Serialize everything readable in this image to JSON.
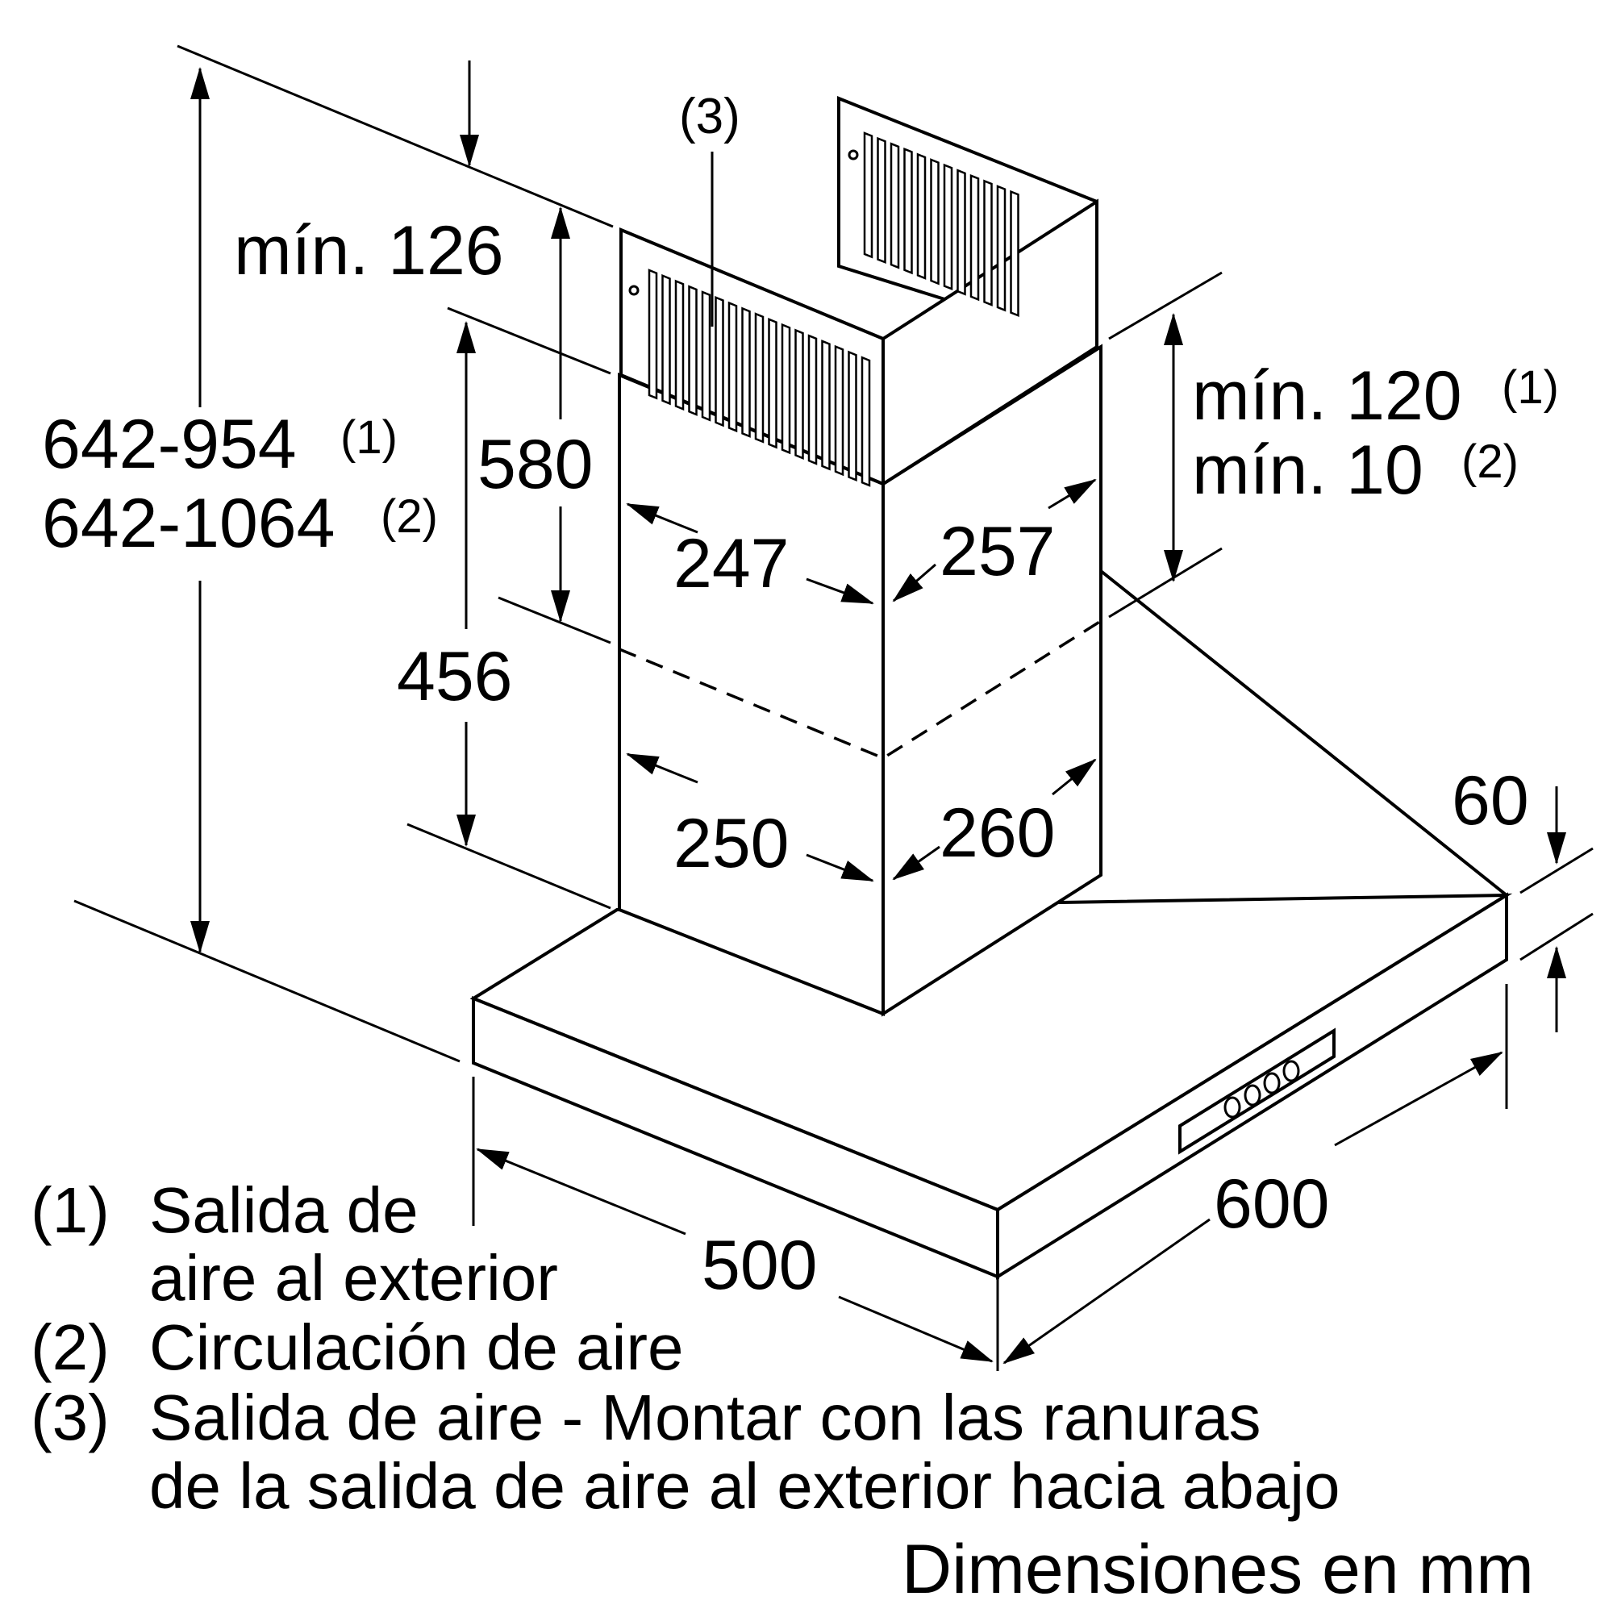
{
  "dimensions": {
    "total_height_line1": "642-954",
    "total_height_note1": "(1)",
    "total_height_line2": "642-1064",
    "total_height_note2": "(2)",
    "min_top": "mín. 126",
    "upper_chimney": "580",
    "lower_chimney": "456",
    "min_ceiling_line1": "mín. 120",
    "min_ceiling_note1": "(1)",
    "min_ceiling_line2": "mín. 10",
    "min_ceiling_note2": "(2)",
    "upper_width": "247",
    "upper_depth": "257",
    "lower_width": "250",
    "lower_depth": "260",
    "hood_height": "60",
    "hood_depth": "500",
    "hood_width": "600",
    "outlet_ref": "(3)"
  },
  "legend": [
    {
      "num": "(1)",
      "line1": "Salida de",
      "line2": "aire al exterior"
    },
    {
      "num": "(2)",
      "line1": "Circulación de aire",
      "line2": ""
    },
    {
      "num": "(3)",
      "line1": "Salida de aire - Montar con las ranuras",
      "line2": "de la salida de aire al exterior hacia abajo"
    }
  ],
  "units_note": "Dimensiones en mm"
}
